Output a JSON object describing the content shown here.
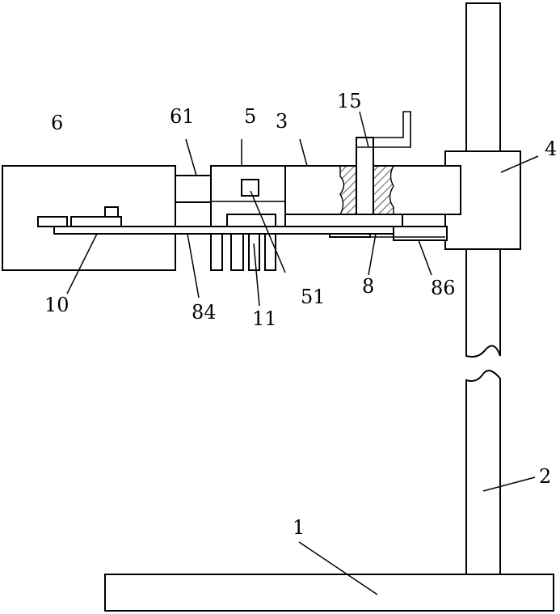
{
  "figure": {
    "labels": {
      "l1": "1",
      "l2": "2",
      "l3": "3",
      "l4": "4",
      "l5": "5",
      "l6": "6",
      "l8": "8",
      "l10": "10",
      "l11": "11",
      "l15": "15",
      "l51": "51",
      "l61": "61",
      "l84": "84",
      "l86": "86"
    },
    "colors": {
      "line": "#000000",
      "background": "#ffffff"
    }
  }
}
